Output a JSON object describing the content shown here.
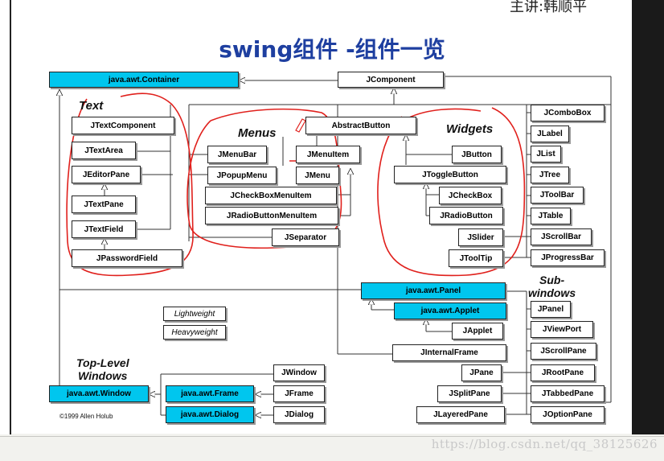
{
  "header": {
    "author": "主讲:韩顺平",
    "title": "swing组件 -组件一览"
  },
  "groups": {
    "text": "Text",
    "menus": "Menus",
    "widgets": "Widgets",
    "subwindows": "Sub-\nwindows",
    "toplevel": "Top-Level\nWindows"
  },
  "legend": {
    "lightweight": "Lightweight",
    "heavyweight": "Heavyweight"
  },
  "nodes": {
    "container": "java.awt.Container",
    "jcomponent": "JComponent",
    "abstractbutton": "AbstractButton",
    "jtextcomponent": "JTextComponent",
    "jtextarea": "JTextArea",
    "jeditorpane": "JEditorPane",
    "jtextpane": "JTextPane",
    "jtextfield": "JTextField",
    "jpasswordfield": "JPasswordField",
    "jmenubar": "JMenuBar",
    "jpopupmenu": "JPopupMenu",
    "jmenuitem": "JMenuItem",
    "jmenu": "JMenu",
    "jcheckboxmenuitem": "JCheckBoxMenuItem",
    "jradiobuttonmenuitem": "JRadioButtonMenuItem",
    "jseparator": "JSeparator",
    "jbutton": "JButton",
    "jtogglebutton": "JToggleButton",
    "jcheckbox": "JCheckBox",
    "jradiobutton": "JRadioButton",
    "jslider": "JSlider",
    "jtooltip": "JToolTip",
    "jcombobox": "JComboBox",
    "jlabel": "JLabel",
    "jlist": "JList",
    "jtree": "JTree",
    "jtoolbar": "JToolBar",
    "jtable": "JTable",
    "jscrollbar": "JScrollBar",
    "jprogressbar": "JProgressBar",
    "panel": "java.awt.Panel",
    "applet": "java.awt.Applet",
    "japplet": "JApplet",
    "jinternalframe": "JInternalFrame",
    "jpanel": "JPanel",
    "jviewport": "JViewPort",
    "jscrollpane": "JScrollPane",
    "jpane": "JPane",
    "jrootpane": "JRootPane",
    "jsplitpane": "JSplitPane",
    "jtabbedpane": "JTabbedPane",
    "jlayeredpane": "JLayeredPane",
    "joptionpane": "JOptionPane",
    "window": "java.awt.Window",
    "frame": "java.awt.Frame",
    "dialog": "java.awt.Dialog",
    "jwindow": "JWindow",
    "jframe": "JFrame",
    "jdialog": "JDialog"
  },
  "copyright": "©1999 Allen Holub",
  "watermark": "https://blog.csdn.net/qq_38125626",
  "colors": {
    "awt_box": "#00c6ee",
    "title": "#1e3fa0",
    "annotation": "#e0201c"
  }
}
